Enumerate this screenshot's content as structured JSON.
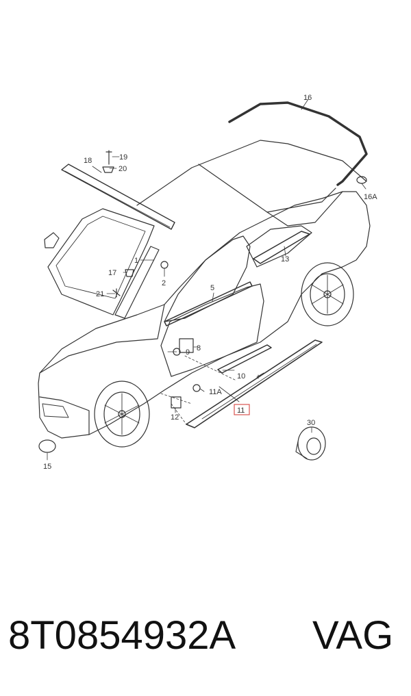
{
  "callouts": {
    "c1": "1",
    "c2": "2",
    "c5": "5",
    "c8": "8",
    "c9": "9",
    "c10": "10",
    "c11": "11",
    "c11a": "11A",
    "c12": "12",
    "c13": "13",
    "c15": "15",
    "c16": "16",
    "c16a": "16A",
    "c17": "17",
    "c18": "18",
    "c19": "19",
    "c20": "20",
    "c21": "21",
    "c30": "30"
  },
  "highlight_color": "#d9534f",
  "footer": {
    "part_number": "8T0854932A",
    "brand": "VAG"
  }
}
